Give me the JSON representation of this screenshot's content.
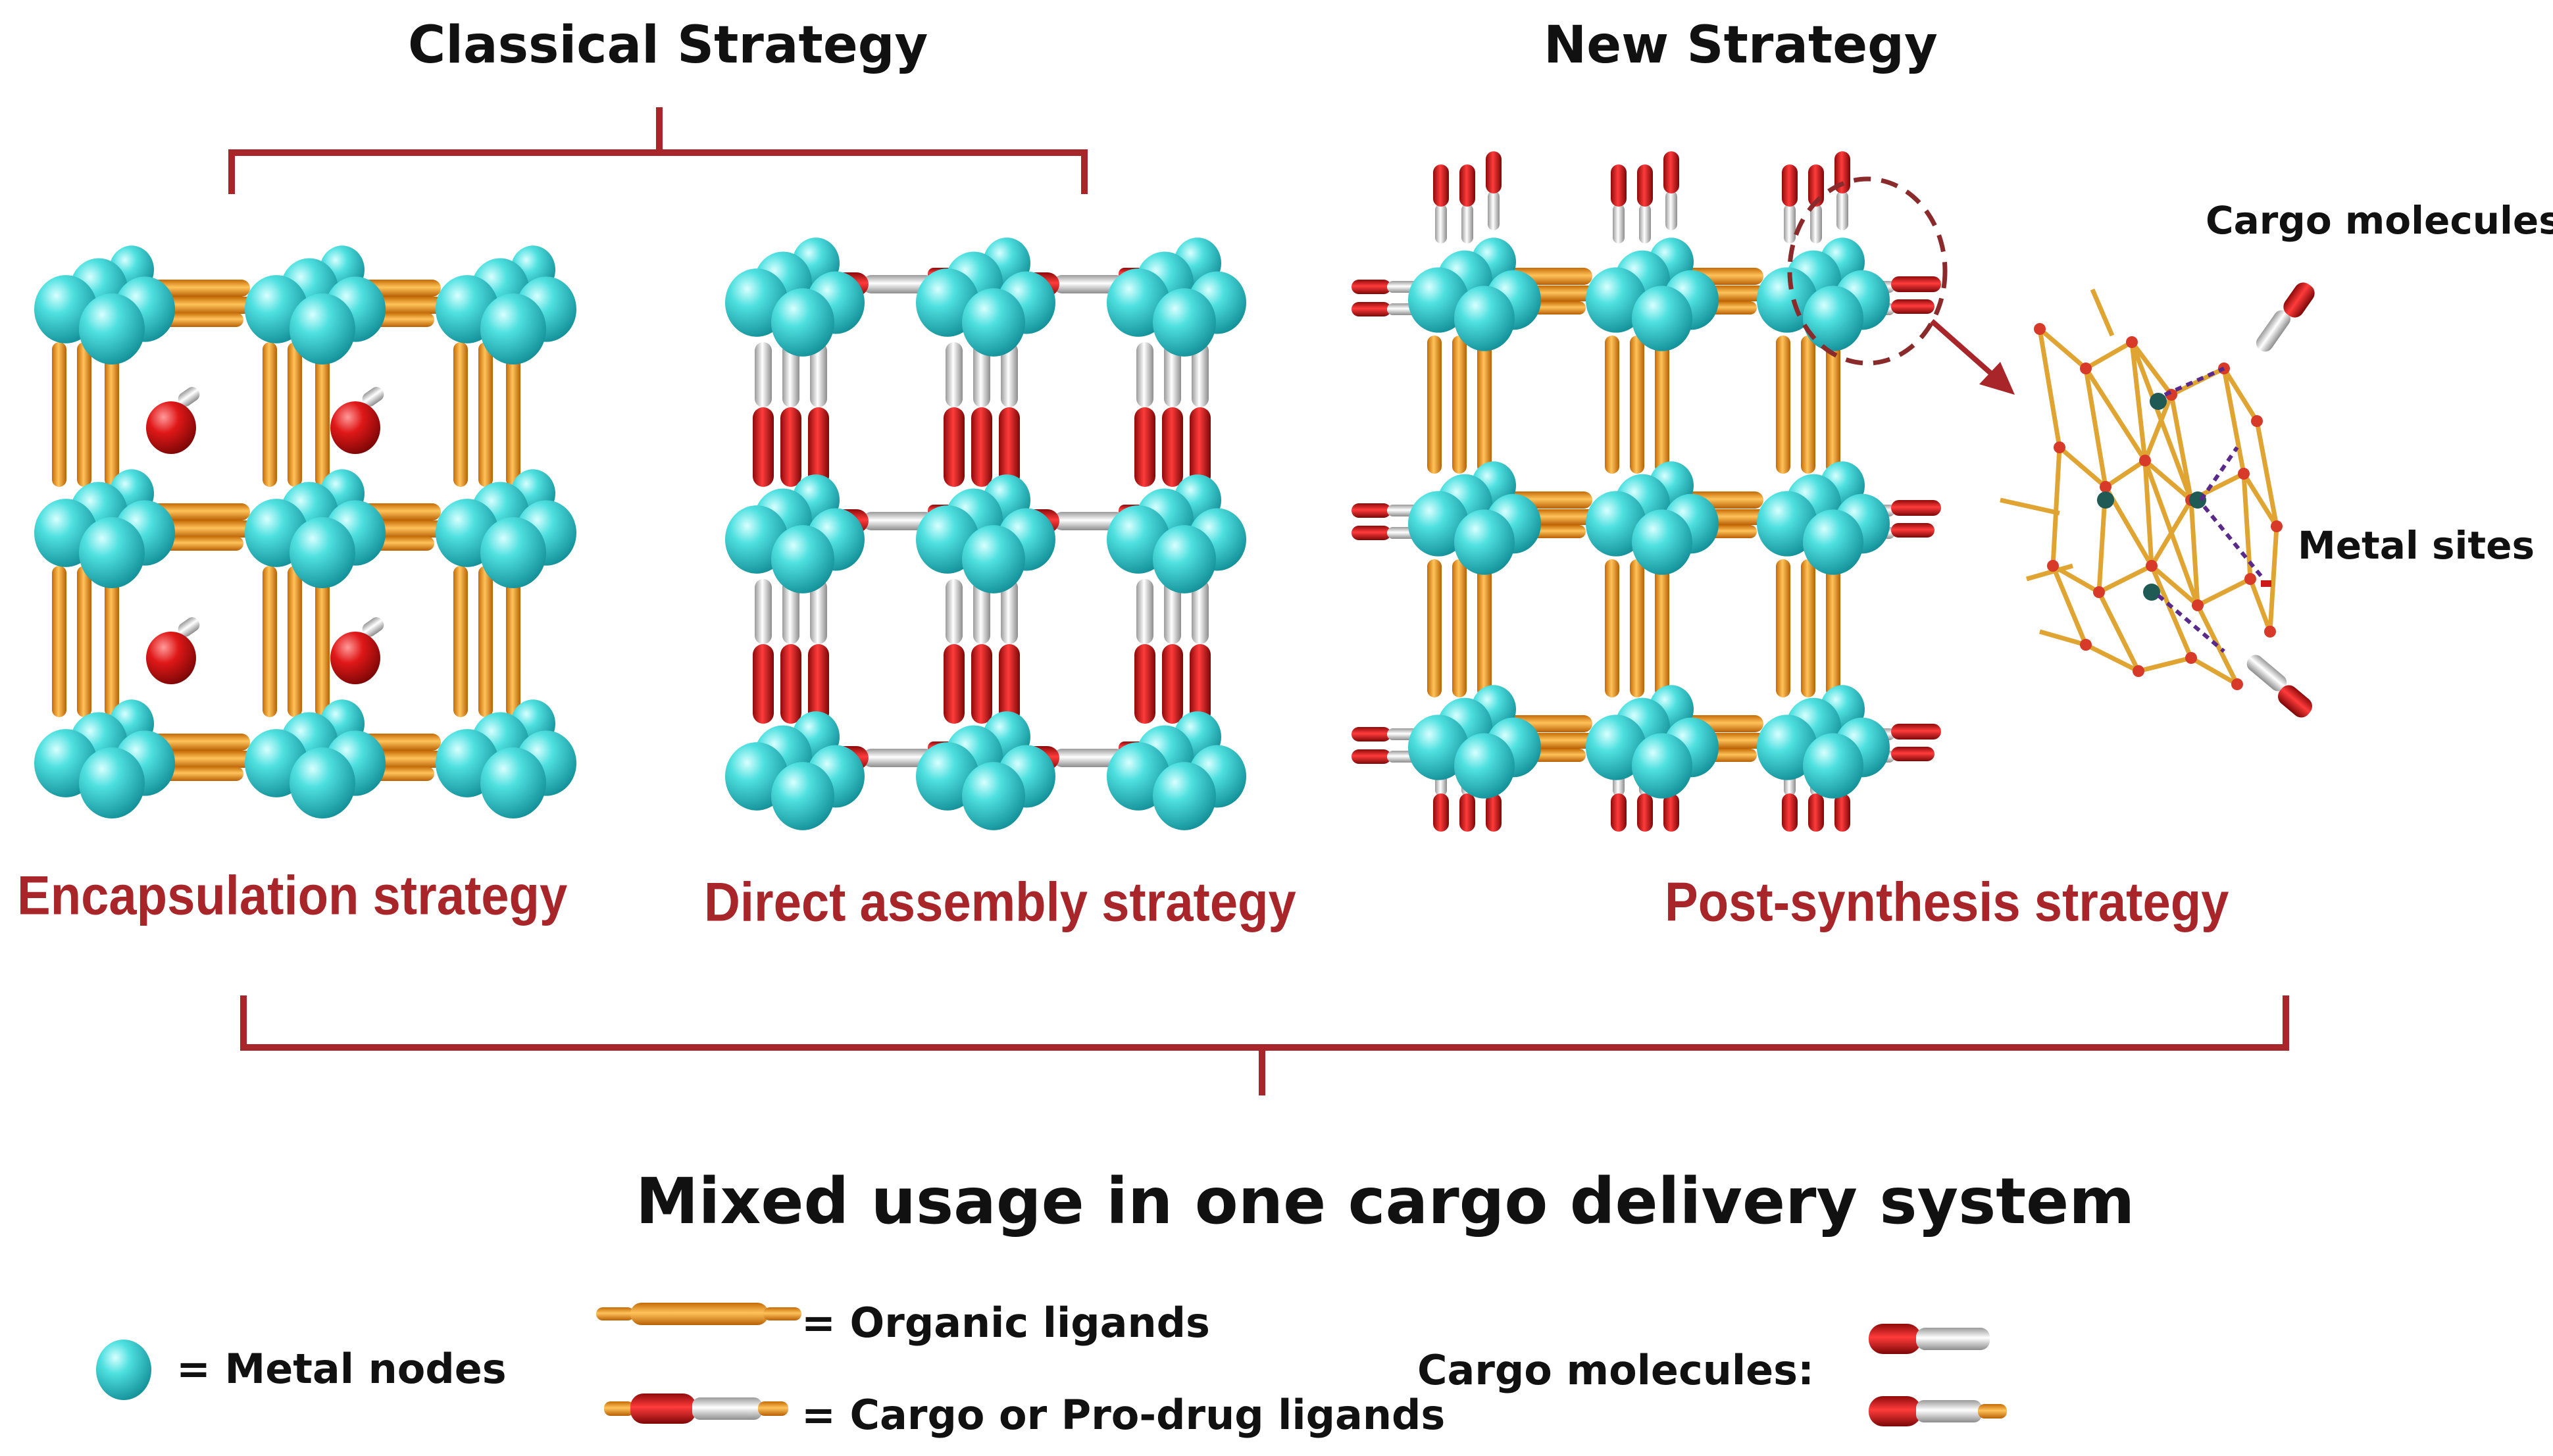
{
  "headers": {
    "classical": "Classical Strategy",
    "new": "New Strategy"
  },
  "strategies": {
    "encapsulation": "Encapsulation strategy",
    "direct": "Direct assembly strategy",
    "post": "Post-synthesis strategy"
  },
  "callouts": {
    "cargo": "Cargo  molecules",
    "metal_sites": "Metal sites"
  },
  "mixed": "Mixed usage in one cargo delivery system",
  "legend": {
    "metal_nodes": "= Metal nodes",
    "organic_ligands": "= Organic  ligands",
    "cargo_ligands": "= Cargo  or  Pro-drug  ligands",
    "cargo_molecules": "Cargo molecules:"
  },
  "colors": {
    "metal_node": "#3fcfd0",
    "organic_ligand": "#f2a024",
    "cargo_red": "#cc1a1a",
    "cargo_white": "#e8e8e8",
    "bracket": "#a8262a",
    "strategy_text": "#a8262a"
  }
}
